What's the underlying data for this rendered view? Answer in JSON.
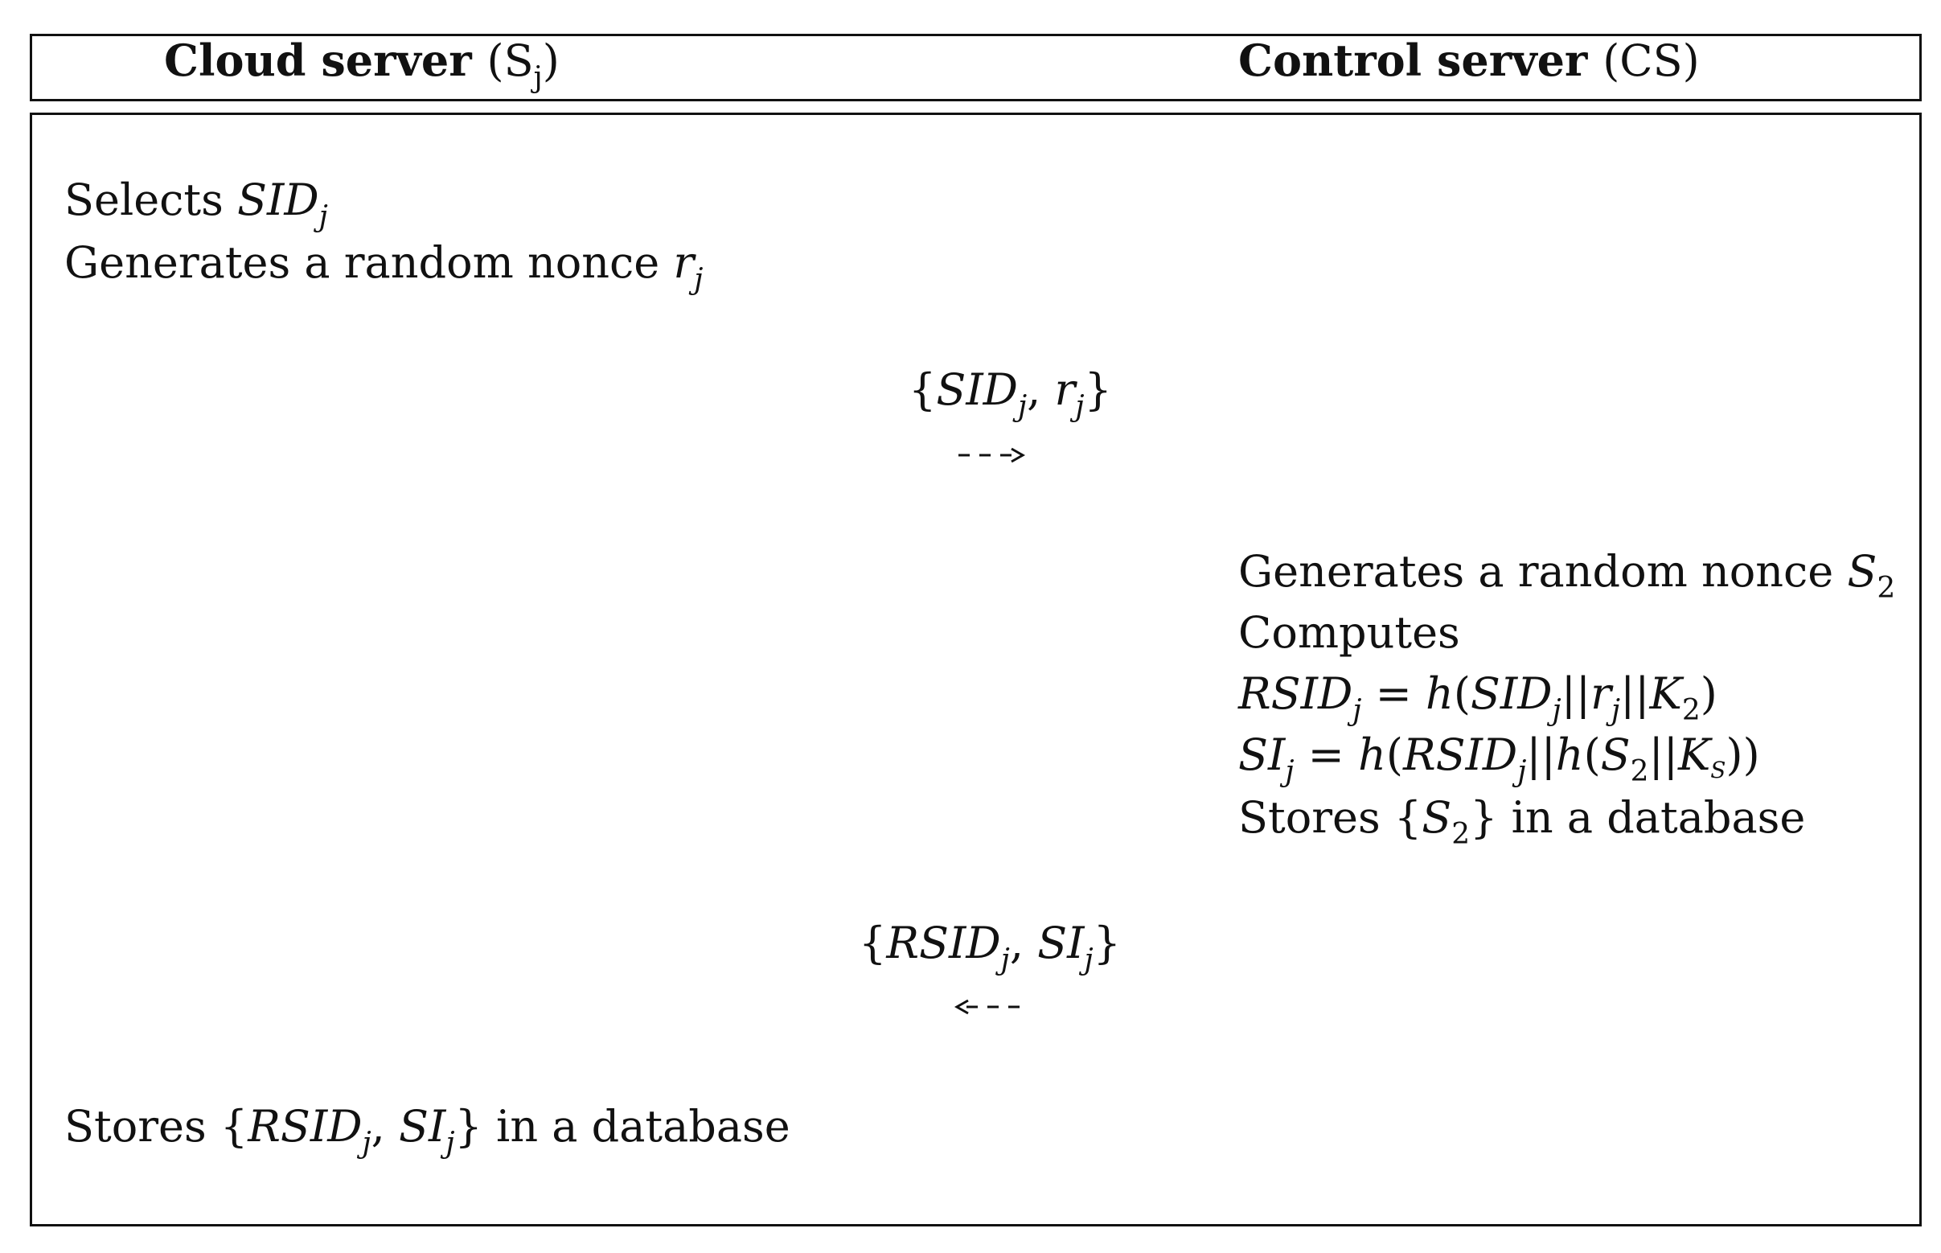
{
  "header": {
    "left_label": "Cloud server",
    "left_symbol": "S",
    "left_sub": "j",
    "right_label": "Control server",
    "right_symbol": "CS"
  },
  "cloud_steps": {
    "selects_text": "Selects",
    "selects_var": "SID",
    "selects_sub": "j",
    "generates_text": "Generates a random nonce",
    "generates_var": "r",
    "generates_sub": "j"
  },
  "message1": {
    "var1": "SID",
    "sub1": "j",
    "var2": "r",
    "sub2": "j",
    "direction": "right"
  },
  "control_steps": {
    "generates_text": "Generates a random nonce",
    "generates_var": "S",
    "generates_sub": "2",
    "computes_text": "Computes",
    "eq1": {
      "lhs": "RSID",
      "lhs_sub": "j",
      "a": "SID",
      "a_sub": "j",
      "b": "r",
      "b_sub": "j",
      "c": "K",
      "c_sub": "2"
    },
    "eq2": {
      "lhs": "SI",
      "lhs_sub": "j",
      "a": "RSID",
      "a_sub": "j",
      "b": "S",
      "b_sub": "2",
      "c": "K",
      "c_sub": "S"
    },
    "stores_text": "Stores",
    "stores_var": "S",
    "stores_sub": "2",
    "stores_suffix": "in a database"
  },
  "message2": {
    "var1": "RSID",
    "sub1": "j",
    "var2": "SI",
    "sub2": "j",
    "direction": "left"
  },
  "cloud_final": {
    "stores_text": "Stores",
    "var1": "RSID",
    "sub1": "j",
    "var2": "SI",
    "sub2": "j",
    "suffix": "in a database"
  },
  "symbols": {
    "h": "h",
    "open_brace": "{",
    "close_brace": "}",
    "comma": ",",
    "equals": "=",
    "concat": "||",
    "open_paren": "(",
    "close_paren": ")"
  }
}
